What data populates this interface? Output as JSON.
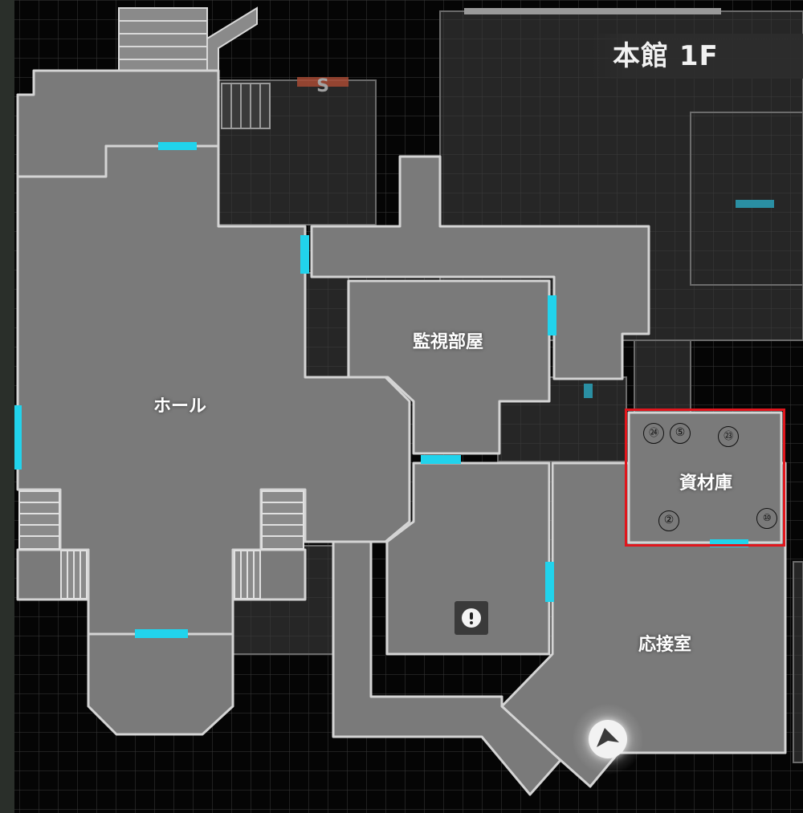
{
  "floor": {
    "label": "本館 1F"
  },
  "rooms": {
    "hall": "ホール",
    "monitor_room": "監視部屋",
    "storage_room": "資材庫",
    "reception_room": "応接室"
  },
  "save_room_icon": "save-room-s-icon",
  "items": [
    {
      "label": "㉔",
      "icon": "item-number-24"
    },
    {
      "label": "⑤",
      "icon": "item-number-5"
    },
    {
      "label": "㉓",
      "icon": "item-number-23"
    },
    {
      "label": "②",
      "icon": "item-number-2"
    },
    {
      "label": "⑩",
      "icon": "item-number-10"
    }
  ],
  "colors": {
    "room_fill": "#7a7a7a",
    "wall": "#cfcfcf",
    "door": "#21d3ec",
    "highlight": "#e0161d",
    "unexplored": "#2c2c2c",
    "grid_background": "#050505"
  },
  "player": {
    "icon": "player-arrow-icon"
  },
  "info": {
    "icon": "keyhole-info-icon"
  }
}
